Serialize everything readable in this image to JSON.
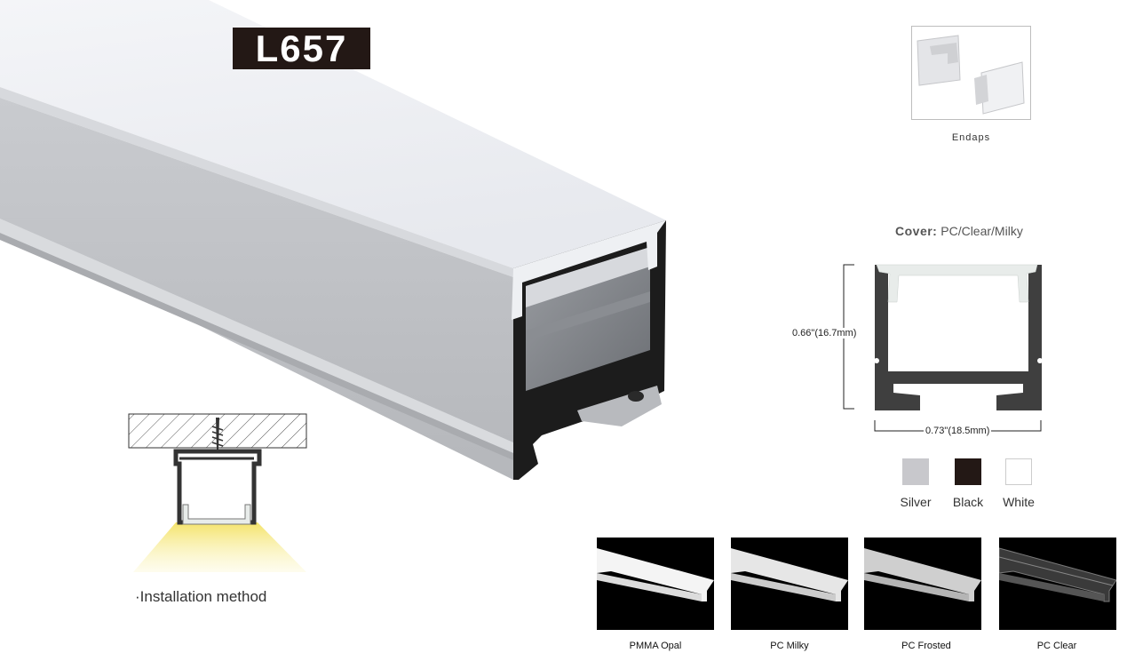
{
  "product": {
    "model": "L657"
  },
  "endcaps": {
    "label": "Endaps"
  },
  "cover": {
    "key": "Cover:",
    "value": "PC/Clear/Milky"
  },
  "dimensions": {
    "height": "0.66\"(16.7mm)",
    "width": "0.73\"(18.5mm)"
  },
  "colors": [
    {
      "label": "Silver",
      "hex": "#c8c8cc"
    },
    {
      "label": "Black",
      "hex": "#231815"
    },
    {
      "label": "White",
      "hex": "#ffffff"
    }
  ],
  "covers": [
    {
      "label": "PMMA Opal"
    },
    {
      "label": "PC Milky"
    },
    {
      "label": "PC Frosted"
    },
    {
      "label": "PC Clear"
    }
  ],
  "installation": {
    "label": "·Installation method"
  }
}
